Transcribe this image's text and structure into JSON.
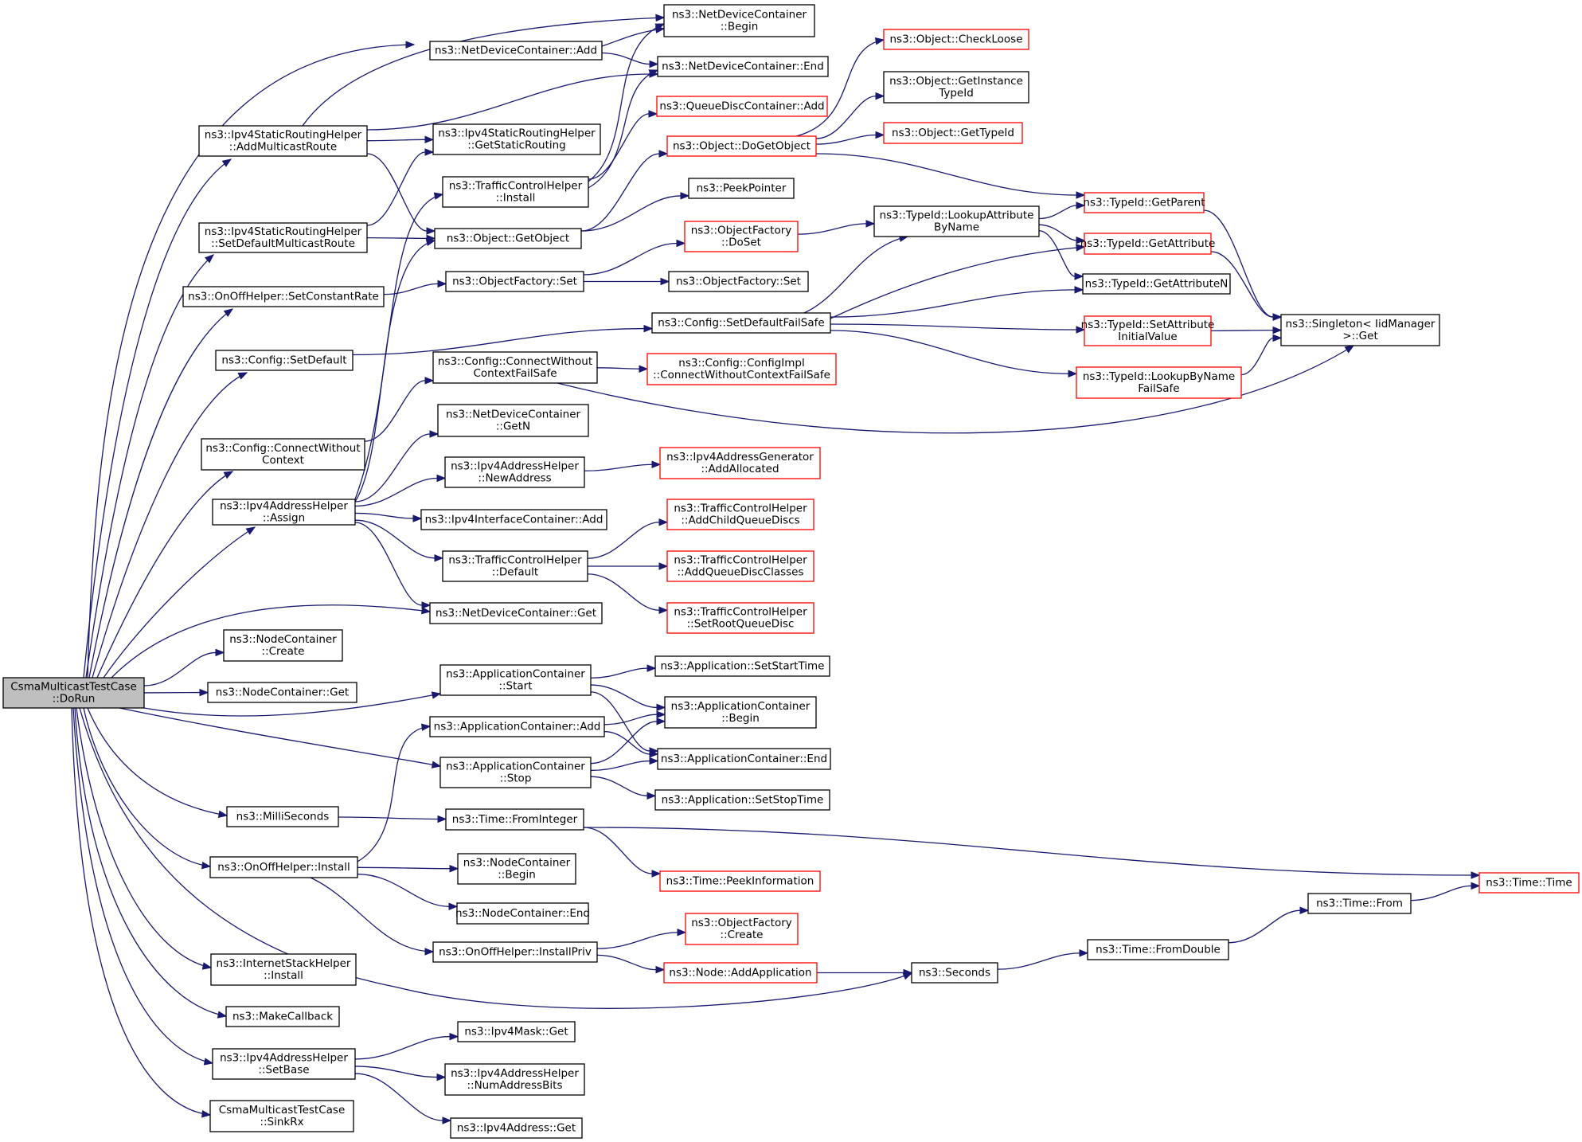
{
  "colors": {
    "edge": "#191970",
    "node_border": "#000000",
    "node_border_truncated": "#ff0000",
    "root_fill": "#bfbfbf"
  },
  "nodes": [
    {
      "id": "root",
      "lines": [
        "CsmaMulticastTestCase",
        "::DoRun"
      ],
      "style": "root"
    },
    {
      "id": "ndc_begin",
      "lines": [
        "ns3::NetDeviceContainer",
        "::Begin"
      ],
      "style": "normal"
    },
    {
      "id": "ndc_add",
      "lines": [
        "ns3::NetDeviceContainer::Add"
      ],
      "style": "normal"
    },
    {
      "id": "ndc_end",
      "lines": [
        "ns3::NetDeviceContainer::End"
      ],
      "style": "normal"
    },
    {
      "id": "obj_checkloose",
      "lines": [
        "ns3::Object::CheckLoose"
      ],
      "style": "red"
    },
    {
      "id": "obj_getinstancetypeid",
      "lines": [
        "ns3::Object::GetInstance",
        "TypeId"
      ],
      "style": "normal"
    },
    {
      "id": "qdc_add",
      "lines": [
        "ns3::QueueDiscContainer::Add"
      ],
      "style": "red"
    },
    {
      "id": "obj_gettypeid",
      "lines": [
        "ns3::Object::GetTypeId"
      ],
      "style": "red"
    },
    {
      "id": "isrh_addmcroute",
      "lines": [
        "ns3::Ipv4StaticRoutingHelper",
        "::AddMulticastRoute"
      ],
      "style": "normal"
    },
    {
      "id": "isrh_getstatic",
      "lines": [
        "ns3::Ipv4StaticRoutingHelper",
        "::GetStaticRouting"
      ],
      "style": "normal"
    },
    {
      "id": "obj_dogetobject",
      "lines": [
        "ns3::Object::DoGetObject"
      ],
      "style": "red"
    },
    {
      "id": "tch_install",
      "lines": [
        "ns3::TrafficControlHelper",
        "::Install"
      ],
      "style": "normal"
    },
    {
      "id": "peekpointer",
      "lines": [
        "ns3::PeekPointer"
      ],
      "style": "normal"
    },
    {
      "id": "typeid_getparent",
      "lines": [
        "ns3::TypeId::GetParent"
      ],
      "style": "red"
    },
    {
      "id": "isrh_setdefmc",
      "lines": [
        "ns3::Ipv4StaticRoutingHelper",
        "::SetDefaultMulticastRoute"
      ],
      "style": "normal"
    },
    {
      "id": "obj_getobject",
      "lines": [
        "ns3::Object::GetObject"
      ],
      "style": "normal"
    },
    {
      "id": "of_doset",
      "lines": [
        "ns3::ObjectFactory",
        "::DoSet"
      ],
      "style": "red"
    },
    {
      "id": "typeid_lookupattr",
      "lines": [
        "ns3::TypeId::LookupAttribute",
        "ByName"
      ],
      "style": "normal"
    },
    {
      "id": "typeid_getattr",
      "lines": [
        "ns3::TypeId::GetAttribute"
      ],
      "style": "red"
    },
    {
      "id": "onoff_setconst",
      "lines": [
        "ns3::OnOffHelper::SetConstantRate"
      ],
      "style": "normal"
    },
    {
      "id": "of_set1",
      "lines": [
        "ns3::ObjectFactory::Set"
      ],
      "style": "normal"
    },
    {
      "id": "of_set2",
      "lines": [
        "ns3::ObjectFactory::Set"
      ],
      "style": "normal"
    },
    {
      "id": "typeid_getattrn",
      "lines": [
        "ns3::TypeId::GetAttributeN"
      ],
      "style": "normal"
    },
    {
      "id": "cfg_setdefaultfs",
      "lines": [
        "ns3::Config::SetDefaultFailSafe"
      ],
      "style": "normal"
    },
    {
      "id": "typeid_setattrinit",
      "lines": [
        "ns3::TypeId::SetAttribute",
        "InitialValue"
      ],
      "style": "red"
    },
    {
      "id": "singleton_get",
      "lines": [
        "ns3::Singleton< IidManager",
        " >::Get"
      ],
      "style": "normal"
    },
    {
      "id": "cfg_setdefault",
      "lines": [
        "ns3::Config::SetDefault"
      ],
      "style": "normal"
    },
    {
      "id": "cfg_connwcfs",
      "lines": [
        "ns3::Config::ConnectWithout",
        "ContextFailSafe"
      ],
      "style": "normal"
    },
    {
      "id": "cfg_impl_conn",
      "lines": [
        "ns3::Config::ConfigImpl",
        "::ConnectWithoutContextFailSafe"
      ],
      "style": "red"
    },
    {
      "id": "typeid_lookupbyname",
      "lines": [
        "ns3::TypeId::LookupByName",
        "FailSafe"
      ],
      "style": "red"
    },
    {
      "id": "cfg_connwc",
      "lines": [
        "ns3::Config::ConnectWithout",
        "Context"
      ],
      "style": "normal"
    },
    {
      "id": "ndc_getn",
      "lines": [
        "ns3::NetDeviceContainer",
        "::GetN"
      ],
      "style": "normal"
    },
    {
      "id": "iah_newaddr",
      "lines": [
        "ns3::Ipv4AddressHelper",
        "::NewAddress"
      ],
      "style": "normal"
    },
    {
      "id": "iag_addalloc",
      "lines": [
        "ns3::Ipv4AddressGenerator",
        "::AddAllocated"
      ],
      "style": "red"
    },
    {
      "id": "iah_assign",
      "lines": [
        "ns3::Ipv4AddressHelper",
        "::Assign"
      ],
      "style": "normal"
    },
    {
      "id": "iic_add",
      "lines": [
        "ns3::Ipv4InterfaceContainer::Add"
      ],
      "style": "normal"
    },
    {
      "id": "tch_addchild",
      "lines": [
        "ns3::TrafficControlHelper",
        "::AddChildQueueDiscs"
      ],
      "style": "red"
    },
    {
      "id": "tch_default",
      "lines": [
        "ns3::TrafficControlHelper",
        "::Default"
      ],
      "style": "normal"
    },
    {
      "id": "tch_addclasses",
      "lines": [
        "ns3::TrafficControlHelper",
        "::AddQueueDiscClasses"
      ],
      "style": "red"
    },
    {
      "id": "ndc_get",
      "lines": [
        "ns3::NetDeviceContainer::Get"
      ],
      "style": "normal"
    },
    {
      "id": "tch_setroot",
      "lines": [
        "ns3::TrafficControlHelper",
        "::SetRootQueueDisc"
      ],
      "style": "red"
    },
    {
      "id": "nc_create",
      "lines": [
        "ns3::NodeContainer",
        "::Create"
      ],
      "style": "normal"
    },
    {
      "id": "app_setstart",
      "lines": [
        "ns3::Application::SetStartTime"
      ],
      "style": "normal"
    },
    {
      "id": "ac_start",
      "lines": [
        "ns3::ApplicationContainer",
        "::Start"
      ],
      "style": "normal"
    },
    {
      "id": "nc_get",
      "lines": [
        "ns3::NodeContainer::Get"
      ],
      "style": "normal"
    },
    {
      "id": "ac_begin",
      "lines": [
        "ns3::ApplicationContainer",
        "::Begin"
      ],
      "style": "normal"
    },
    {
      "id": "ac_add",
      "lines": [
        "ns3::ApplicationContainer::Add"
      ],
      "style": "normal"
    },
    {
      "id": "ac_end",
      "lines": [
        "ns3::ApplicationContainer::End"
      ],
      "style": "normal"
    },
    {
      "id": "ac_stop",
      "lines": [
        "ns3::ApplicationContainer",
        "::Stop"
      ],
      "style": "normal"
    },
    {
      "id": "app_setstop",
      "lines": [
        "ns3::Application::SetStopTime"
      ],
      "style": "normal"
    },
    {
      "id": "milliseconds",
      "lines": [
        "ns3::MilliSeconds"
      ],
      "style": "normal"
    },
    {
      "id": "time_fromint",
      "lines": [
        "ns3::Time::FromInteger"
      ],
      "style": "normal"
    },
    {
      "id": "nc_begin",
      "lines": [
        "ns3::NodeContainer",
        "::Begin"
      ],
      "style": "normal"
    },
    {
      "id": "onoff_install",
      "lines": [
        "ns3::OnOffHelper::Install"
      ],
      "style": "normal"
    },
    {
      "id": "time_peekinfo",
      "lines": [
        "ns3::Time::PeekInformation"
      ],
      "style": "red"
    },
    {
      "id": "time_time",
      "lines": [
        "ns3::Time::Time"
      ],
      "style": "red"
    },
    {
      "id": "time_from",
      "lines": [
        "ns3::Time::From"
      ],
      "style": "normal"
    },
    {
      "id": "nc_end",
      "lines": [
        "ns3::NodeContainer::End"
      ],
      "style": "normal"
    },
    {
      "id": "of_create",
      "lines": [
        "ns3::ObjectFactory",
        "::Create"
      ],
      "style": "red"
    },
    {
      "id": "onoff_installpriv",
      "lines": [
        "ns3::OnOffHelper::InstallPriv"
      ],
      "style": "normal"
    },
    {
      "id": "time_fromdouble",
      "lines": [
        "ns3::Time::FromDouble"
      ],
      "style": "normal"
    },
    {
      "id": "ish_install",
      "lines": [
        "ns3::InternetStackHelper",
        "::Install"
      ],
      "style": "normal"
    },
    {
      "id": "node_addapp",
      "lines": [
        "ns3::Node::AddApplication"
      ],
      "style": "red"
    },
    {
      "id": "seconds",
      "lines": [
        "ns3::Seconds"
      ],
      "style": "normal"
    },
    {
      "id": "makecallback",
      "lines": [
        "ns3::MakeCallback"
      ],
      "style": "normal"
    },
    {
      "id": "ipv4mask_get",
      "lines": [
        "ns3::Ipv4Mask::Get"
      ],
      "style": "normal"
    },
    {
      "id": "iah_setbase",
      "lines": [
        "ns3::Ipv4AddressHelper",
        "::SetBase"
      ],
      "style": "normal"
    },
    {
      "id": "iah_numaddrbits",
      "lines": [
        "ns3::Ipv4AddressHelper",
        "::NumAddressBits"
      ],
      "style": "normal"
    },
    {
      "id": "cmtc_sinkrx",
      "lines": [
        "CsmaMulticastTestCase",
        "::SinkRx"
      ],
      "style": "normal"
    },
    {
      "id": "ipv4addr_get",
      "lines": [
        "ns3::Ipv4Address::Get"
      ],
      "style": "normal"
    }
  ],
  "edges": [
    [
      "root",
      "ndc_add"
    ],
    [
      "root",
      "isrh_addmcroute"
    ],
    [
      "root",
      "isrh_setdefmc"
    ],
    [
      "root",
      "onoff_setconst"
    ],
    [
      "root",
      "cfg_setdefault"
    ],
    [
      "root",
      "cfg_connwc"
    ],
    [
      "root",
      "iah_assign"
    ],
    [
      "root",
      "ndc_get"
    ],
    [
      "root",
      "nc_create"
    ],
    [
      "root",
      "nc_get"
    ],
    [
      "root",
      "ac_start"
    ],
    [
      "root",
      "ac_stop"
    ],
    [
      "root",
      "milliseconds"
    ],
    [
      "root",
      "onoff_install"
    ],
    [
      "root",
      "seconds"
    ],
    [
      "root",
      "ish_install"
    ],
    [
      "root",
      "makecallback"
    ],
    [
      "root",
      "iah_setbase"
    ],
    [
      "root",
      "cmtc_sinkrx"
    ],
    [
      "ndc_add",
      "ndc_begin"
    ],
    [
      "ndc_add",
      "ndc_end"
    ],
    [
      "isrh_addmcroute",
      "ndc_begin"
    ],
    [
      "isrh_addmcroute",
      "ndc_end"
    ],
    [
      "isrh_addmcroute",
      "isrh_getstatic"
    ],
    [
      "isrh_addmcroute",
      "obj_getobject"
    ],
    [
      "isrh_setdefmc",
      "isrh_getstatic"
    ],
    [
      "isrh_setdefmc",
      "obj_getobject"
    ],
    [
      "onoff_setconst",
      "of_set1"
    ],
    [
      "cfg_setdefault",
      "cfg_setdefaultfs"
    ],
    [
      "cfg_connwc",
      "cfg_connwcfs"
    ],
    [
      "iah_assign",
      "obj_getobject"
    ],
    [
      "iah_assign",
      "tch_install"
    ],
    [
      "iah_assign",
      "ndc_getn"
    ],
    [
      "iah_assign",
      "iah_newaddr"
    ],
    [
      "iah_assign",
      "iic_add"
    ],
    [
      "iah_assign",
      "tch_default"
    ],
    [
      "iah_assign",
      "ndc_get"
    ],
    [
      "tch_install",
      "ndc_begin"
    ],
    [
      "tch_install",
      "ndc_end"
    ],
    [
      "tch_install",
      "qdc_add"
    ],
    [
      "obj_getobject",
      "obj_dogetobject"
    ],
    [
      "obj_getobject",
      "peekpointer"
    ],
    [
      "obj_dogetobject",
      "obj_checkloose"
    ],
    [
      "obj_dogetobject",
      "obj_getinstancetypeid"
    ],
    [
      "obj_dogetobject",
      "obj_gettypeid"
    ],
    [
      "obj_dogetobject",
      "typeid_getparent"
    ],
    [
      "of_set1",
      "of_doset"
    ],
    [
      "of_set1",
      "of_set2"
    ],
    [
      "of_doset",
      "typeid_lookupattr"
    ],
    [
      "typeid_lookupattr",
      "typeid_getparent"
    ],
    [
      "typeid_lookupattr",
      "typeid_getattr"
    ],
    [
      "typeid_lookupattr",
      "typeid_getattrn"
    ],
    [
      "typeid_getparent",
      "singleton_get"
    ],
    [
      "typeid_getattr",
      "singleton_get"
    ],
    [
      "cfg_setdefaultfs",
      "typeid_lookupattr"
    ],
    [
      "cfg_setdefaultfs",
      "typeid_getattr"
    ],
    [
      "cfg_setdefaultfs",
      "typeid_getattrn"
    ],
    [
      "cfg_setdefaultfs",
      "typeid_setattrinit"
    ],
    [
      "cfg_setdefaultfs",
      "typeid_lookupbyname"
    ],
    [
      "typeid_setattrinit",
      "singleton_get"
    ],
    [
      "typeid_lookupbyname",
      "singleton_get"
    ],
    [
      "cfg_connwcfs",
      "cfg_impl_conn"
    ],
    [
      "cfg_connwcfs",
      "singleton_get"
    ],
    [
      "iah_newaddr",
      "iag_addalloc"
    ],
    [
      "tch_default",
      "tch_addchild"
    ],
    [
      "tch_default",
      "tch_addclasses"
    ],
    [
      "tch_default",
      "tch_setroot"
    ],
    [
      "ac_start",
      "app_setstart"
    ],
    [
      "ac_start",
      "ac_begin"
    ],
    [
      "ac_start",
      "ac_end"
    ],
    [
      "ac_add",
      "ac_begin"
    ],
    [
      "ac_add",
      "ac_end"
    ],
    [
      "ac_stop",
      "ac_begin"
    ],
    [
      "ac_stop",
      "ac_end"
    ],
    [
      "ac_stop",
      "app_setstop"
    ],
    [
      "milliseconds",
      "time_fromint"
    ],
    [
      "time_fromint",
      "time_peekinfo"
    ],
    [
      "time_fromint",
      "time_time"
    ],
    [
      "onoff_install",
      "ac_add"
    ],
    [
      "onoff_install",
      "nc_begin"
    ],
    [
      "onoff_install",
      "nc_end"
    ],
    [
      "onoff_install",
      "onoff_installpriv"
    ],
    [
      "onoff_installpriv",
      "of_create"
    ],
    [
      "onoff_installpriv",
      "node_addapp"
    ],
    [
      "node_addapp",
      "seconds"
    ],
    [
      "seconds",
      "time_fromdouble"
    ],
    [
      "time_fromdouble",
      "time_from"
    ],
    [
      "time_from",
      "time_time"
    ],
    [
      "iah_setbase",
      "ipv4mask_get"
    ],
    [
      "iah_setbase",
      "iah_numaddrbits"
    ],
    [
      "iah_setbase",
      "ipv4addr_get"
    ]
  ]
}
